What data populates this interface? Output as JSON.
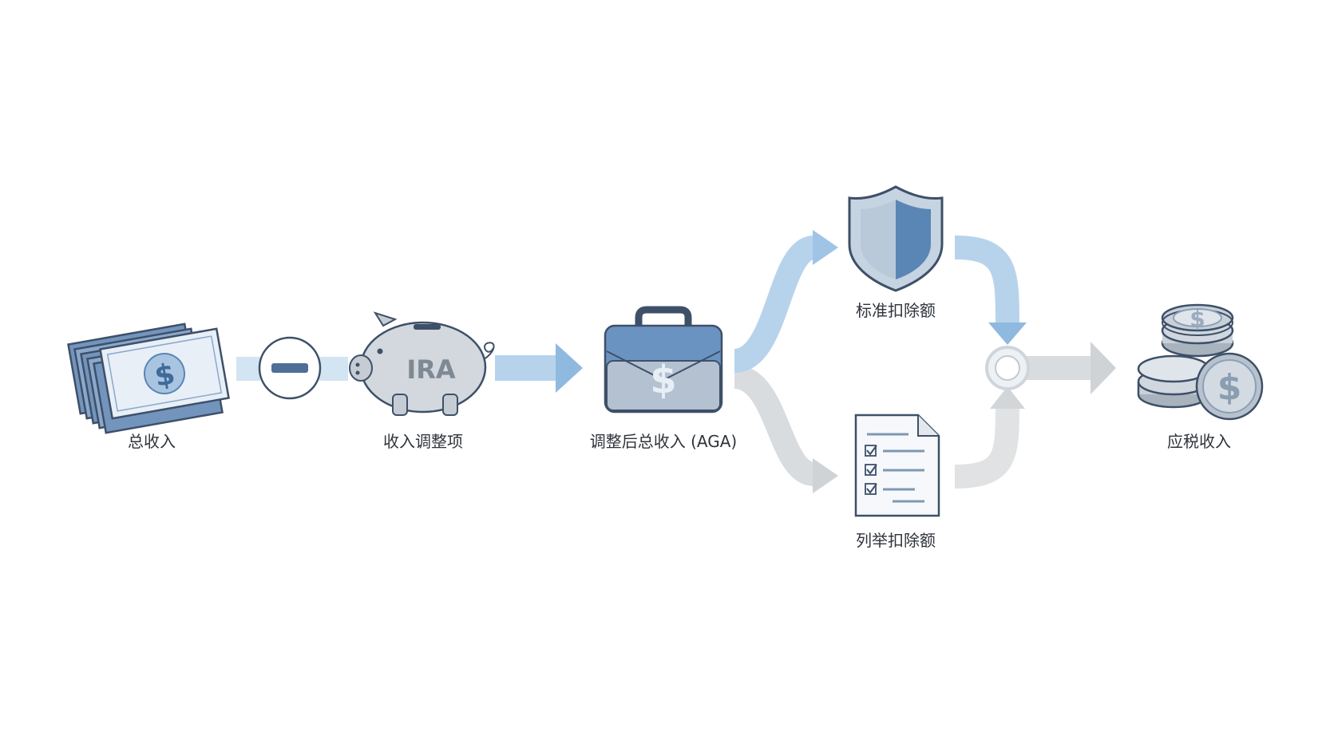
{
  "nodes": {
    "gross_income": {
      "label": "总收入",
      "icon": "banknotes-icon"
    },
    "adjustments": {
      "label": "收入调整项",
      "icon": "piggy-bank-icon",
      "icon_text": "IRA"
    },
    "agi": {
      "label": "调整后总收入 (AGA)",
      "icon": "briefcase-icon"
    },
    "standard_deduction": {
      "label": "标准扣除额",
      "icon": "shield-icon"
    },
    "itemized_deduction": {
      "label": "列举扣除额",
      "icon": "checklist-document-icon"
    },
    "taxable_income": {
      "label": "应税收入",
      "icon": "coin-stack-icon"
    }
  },
  "operators": {
    "minus": "minus-icon",
    "merge": "merge-node-icon"
  },
  "colors": {
    "accent_blue": "#5a86b5",
    "light_blue": "#a9cbe8",
    "arrow_gray": "#d9dcdf",
    "outline": "#3e5068",
    "label_text": "#2f343b"
  }
}
